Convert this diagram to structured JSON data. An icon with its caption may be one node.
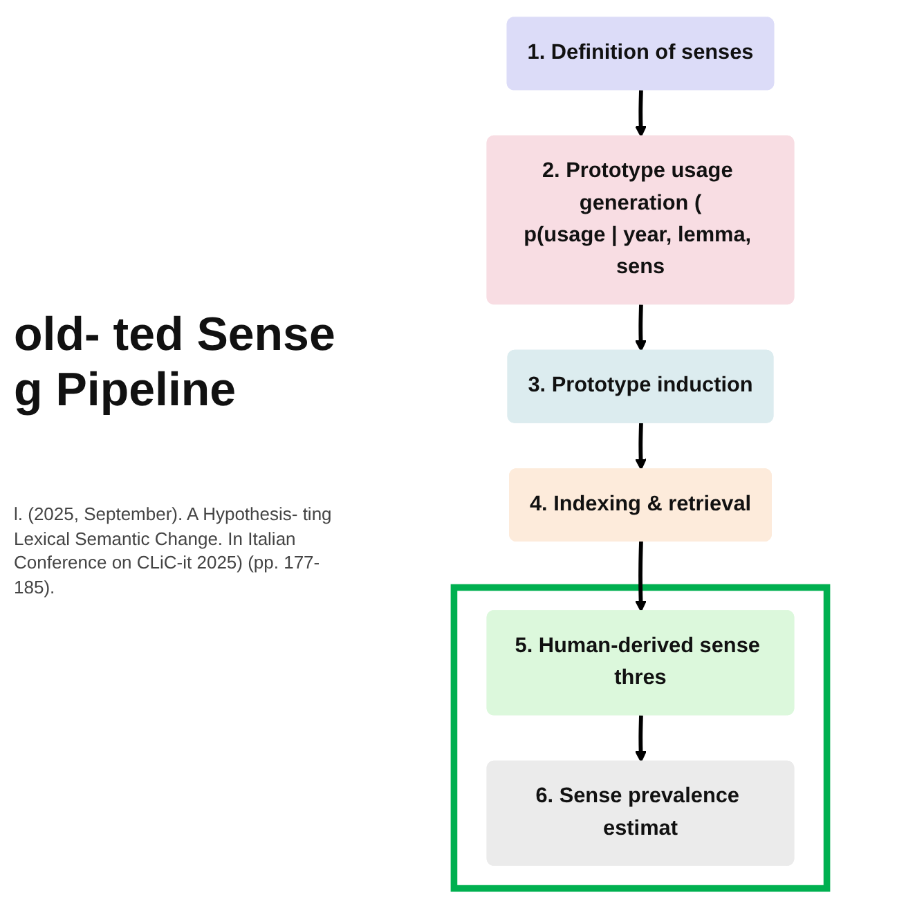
{
  "diagram": {
    "title": "old- ted Sense g Pipeline",
    "nodes": [
      {
        "text": [
          "1.   Definition of senses"
        ]
      },
      {
        "text": [
          "2. Prototype usage generation (",
          "p(usage | year, lemma, sens"
        ]
      },
      {
        "text": [
          "3. Prototype induction"
        ]
      },
      {
        "text": [
          "4. Indexing & retrieval"
        ]
      },
      {
        "text": [],
        "shape": "box"
      },
      {
        "text": [
          "5. Human-derived sense thres"
        ],
        "in": 4
      },
      {
        "text": [
          "6. Sense prevalence estimat"
        ],
        "in": 4
      }
    ],
    "edges": [
      {
        "from": 0,
        "to": 1,
        "arrow": "to"
      },
      {
        "from": 1,
        "to": 2,
        "arrow": "to"
      },
      {
        "from": 2,
        "to": 3,
        "arrow": "to"
      },
      {
        "from": 3,
        "to": 5,
        "arrow": "to"
      },
      {
        "from": 5,
        "to": 6,
        "arrow": "to"
      }
    ],
    "labels": [
      "l. (2025, September). A Hypothesis- ting Lexical Semantic Change. In Italian Conference on CLiC-it 2025) (pp. 177-185)."
    ]
  }
}
